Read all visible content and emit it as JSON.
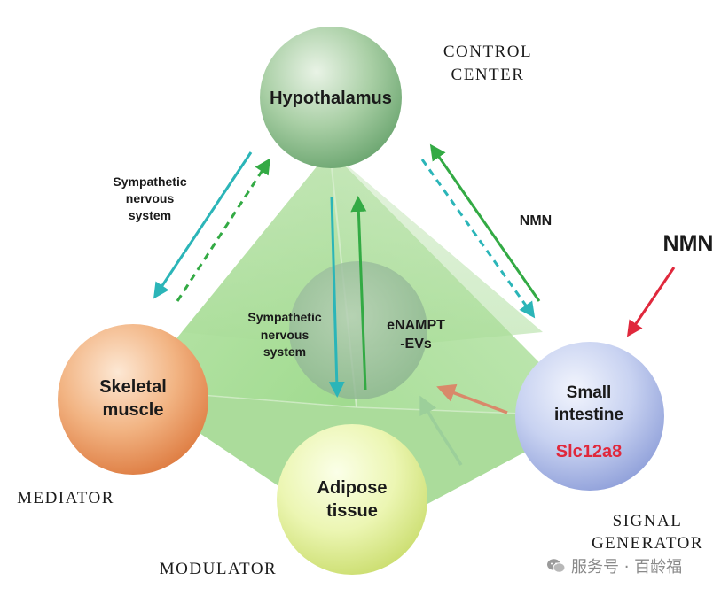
{
  "nodes": {
    "hypothalamus": {
      "label": "Hypothalamus",
      "role_line1": "CONTROL",
      "role_line2": "CENTER"
    },
    "skeletal": {
      "label_line1": "Skeletal",
      "label_line2": "muscle",
      "role": "MEDIATOR"
    },
    "adipose": {
      "label_line1": "Adipose",
      "label_line2": "tissue",
      "role": "MODULATOR"
    },
    "intestine": {
      "label_line1": "Small",
      "label_line2": "intestine",
      "gene": "Slc12a8",
      "role_line1": "SIGNAL",
      "role_line2": "GENERATOR"
    },
    "center": {
      "label_line1": "eNAMPT",
      "label_line2": "-EVs"
    }
  },
  "labels": {
    "sns_left_1": "Sympathetic",
    "sns_left_2": "nervous",
    "sns_left_3": "system",
    "sns_mid_1": "Sympathetic",
    "sns_mid_2": "nervous",
    "sns_mid_3": "system",
    "nmn_small": "NMN",
    "nmn_big": "NMN"
  },
  "watermark": {
    "text": "服务号 · 百龄福"
  },
  "colors": {
    "arrow_teal": "#2bb5b8",
    "arrow_green": "#33aa44",
    "arrow_red": "#e0283c",
    "arrow_salmon": "#d9896a",
    "gene_red": "#e0283c"
  }
}
